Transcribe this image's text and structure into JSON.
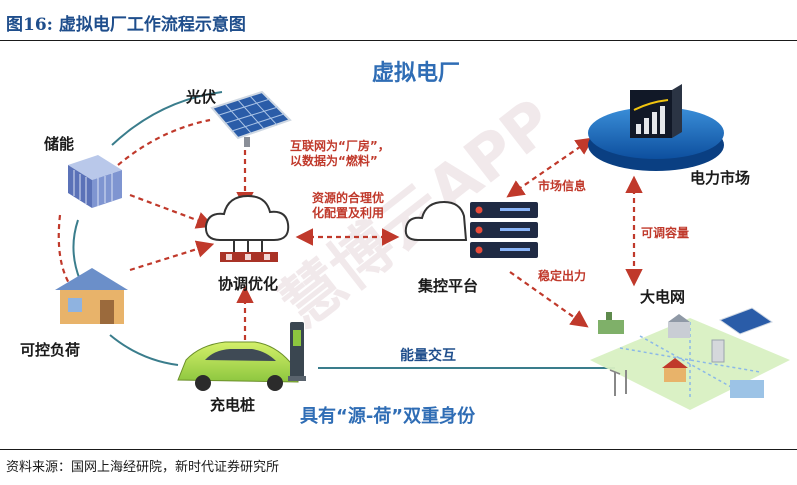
{
  "figure": {
    "title": "图16:   虚拟电厂工作流程示意图",
    "source": "资料来源：国网上海经研院，新时代证券研究所"
  },
  "diagram": {
    "header": "虚拟电厂",
    "watermark": "慧博云APP",
    "footer_caption": "具有“源-荷”双重身份",
    "nodes": {
      "solar": "光伏",
      "storage": "储能",
      "controllable_load": "可控负荷",
      "charging_pile": "充电桩",
      "coordination": "协调优化",
      "control_platform": "集控平台",
      "power_market": "电力市场",
      "big_grid": "大电网"
    },
    "annotations": {
      "internet_line1": "互联网为“厂房”，",
      "internet_line2": "以数据为“燃料”",
      "resource_line1": "资源的合理优",
      "resource_line2": "化配置及利用",
      "market_info": "市场信息",
      "adjustable_capacity": "可调容量",
      "stable_output": "稳定出力",
      "energy_exchange": "能量交互"
    },
    "colors": {
      "title_blue": "#1f4e8c",
      "label_red": "#c0392b",
      "arrow_red": "#c0392b",
      "header_blue": "#2f6db5",
      "line_teal": "#3a7d8c"
    }
  }
}
